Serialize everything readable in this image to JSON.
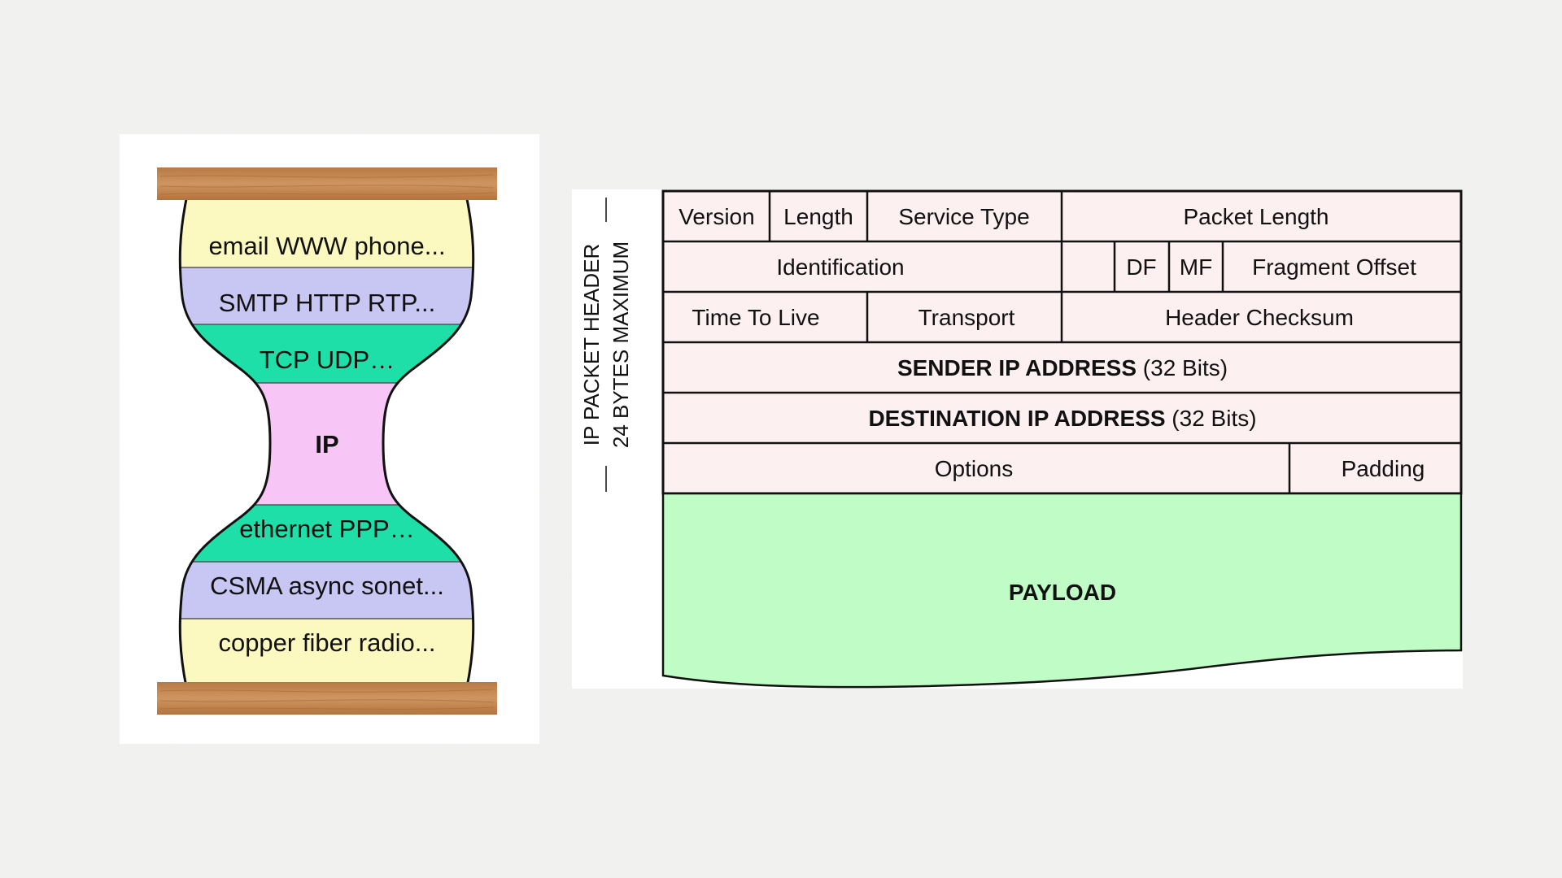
{
  "hourglass": {
    "layers": [
      "email  WWW  phone...",
      "SMTP  HTTP  RTP...",
      "TCP  UDP…",
      "IP",
      "ethernet   PPP…",
      "CSMA  async  sonet...",
      "copper  fiber  radio..."
    ],
    "colors": {
      "wood": "#c58a52",
      "yellow": "#fbf9bf",
      "blue": "#c8c6f2",
      "teal": "#1fdfa9",
      "pink": "#f8c6f6"
    }
  },
  "ip_header": {
    "side_label_line1": "IP PACKET HEADER",
    "side_label_line2": "24 BYTES MAXIMUM",
    "rows": {
      "row1": {
        "version": "Version",
        "length": "Length",
        "service_type": "Service Type",
        "packet_length": "Packet Length"
      },
      "row2": {
        "identification": "Identification",
        "df": "DF",
        "mf": "MF",
        "fragment_offset": "Fragment Offset"
      },
      "row3": {
        "ttl": "Time To Live",
        "transport": "Transport",
        "checksum": "Header Checksum"
      },
      "row4": {
        "bold": "SENDER IP ADDRESS",
        "suffix": " (32 Bits)"
      },
      "row5": {
        "bold": "DESTINATION IP ADDRESS",
        "suffix": " (32 Bits)"
      },
      "row6": {
        "options": "Options",
        "padding": "Padding"
      }
    },
    "payload": "PAYLOAD",
    "colors": {
      "header_fill": "#fdf0f0",
      "payload_fill": "#c0fcc6"
    }
  }
}
